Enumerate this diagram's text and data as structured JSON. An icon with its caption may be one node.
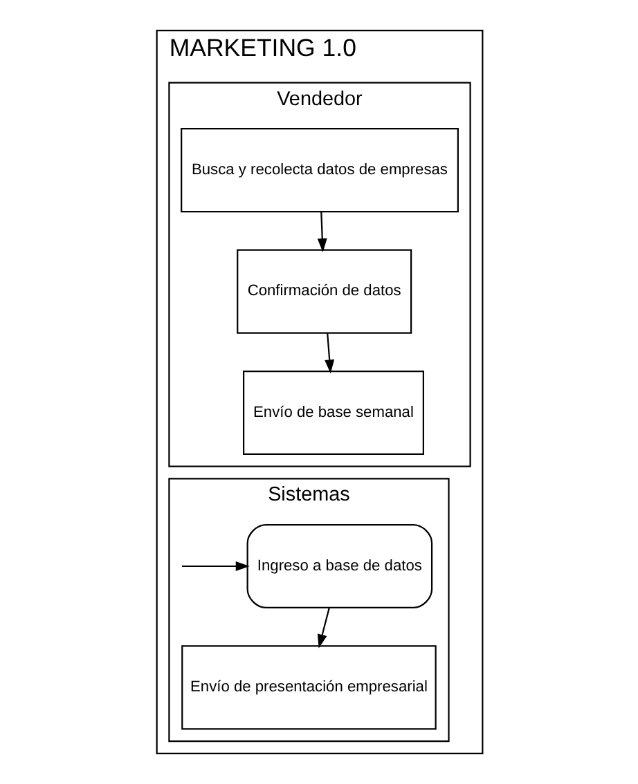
{
  "diagram": {
    "nodes": [
      {
        "text": [
          "MARKETING 1.0"
        ]
      },
      {
        "text": [
          "Vendedor"
        ],
        "in": 0
      },
      {
        "text": [
          "Sistemas"
        ],
        "in": 0
      },
      {
        "text": [
          "Busca y recolecta datos de empresas"
        ],
        "in": 1
      },
      {
        "text": [
          "Confirmación de datos"
        ],
        "in": 1
      },
      {
        "text": [
          "Envío de base semanal"
        ],
        "in": 1
      },
      {
        "text": [
          "Ingreso a base de datos"
        ],
        "in": 2
      },
      {
        "text": [
          "Envío de presentación empresarial"
        ],
        "in": 2
      }
    ],
    "edges": [
      {
        "from": 3,
        "to": 4,
        "arrow": "to"
      },
      {
        "from": 4,
        "to": 5,
        "arrow": "to"
      },
      {
        "from": null,
        "to": 6,
        "arrow": "to"
      },
      {
        "from": 6,
        "to": 7,
        "arrow": "to"
      }
    ]
  }
}
